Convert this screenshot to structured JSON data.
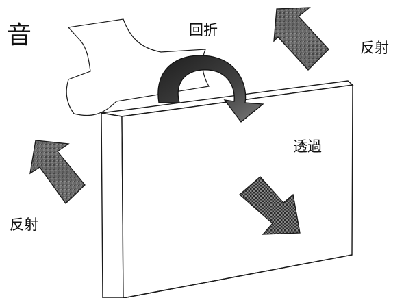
{
  "labels": {
    "sound": "音",
    "diffraction": "回折",
    "reflection_top": "反射",
    "transmission": "透過",
    "reflection_left": "反射"
  },
  "colors": {
    "arrow_fill": "#5a5a5a",
    "arrow_dark": "#2b2b2b",
    "outline": "#1a1a1a",
    "background": "#ffffff"
  }
}
